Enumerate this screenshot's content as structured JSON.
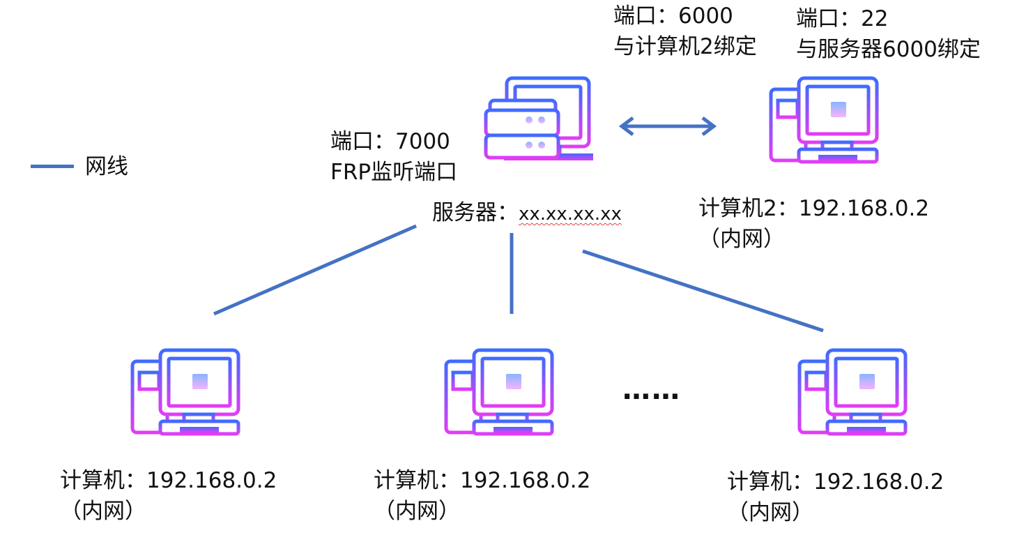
{
  "legend": {
    "label": "网线"
  },
  "server": {
    "port_label": "端口：7000",
    "port_desc": "FRP监听端口",
    "name_label": "服务器：",
    "address": "xx.xx.xx.xx"
  },
  "computer2": {
    "port_label": "端口：22",
    "binding": "与服务器6000绑定",
    "name": "计算机2：192.168.0.2",
    "network": "（内网）"
  },
  "server_binding": {
    "port_label": "端口：6000",
    "binding": "与计算机2绑定"
  },
  "clients": [
    {
      "name": "计算机：192.168.0.2",
      "network": "（内网）"
    },
    {
      "name": "计算机：192.168.0.2",
      "network": "（内网）"
    },
    {
      "name": "计算机：192.168.0.2",
      "network": "（内网）"
    }
  ],
  "ellipsis": "……",
  "colors": {
    "line": "#4472c4",
    "icon_top": "#3f6bff",
    "icon_bottom": "#e23cf5",
    "screen_square_top": "#8ab4ff",
    "screen_square_bottom": "#f4b4ff"
  }
}
